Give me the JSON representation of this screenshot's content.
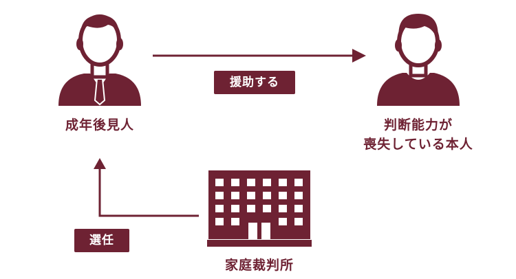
{
  "colors": {
    "primary": "#6e2233",
    "background": "#ffffff"
  },
  "guardian": {
    "label": "成年後見人",
    "icon": "person-with-tie-icon"
  },
  "principal": {
    "label_line1": "判断能力が",
    "label_line2": "喪失している本人",
    "icon": "person-icon"
  },
  "court": {
    "label": "家庭裁判所",
    "icon": "office-building-icon"
  },
  "relations": {
    "support_label": "援助する",
    "appoint_label": "選任"
  }
}
